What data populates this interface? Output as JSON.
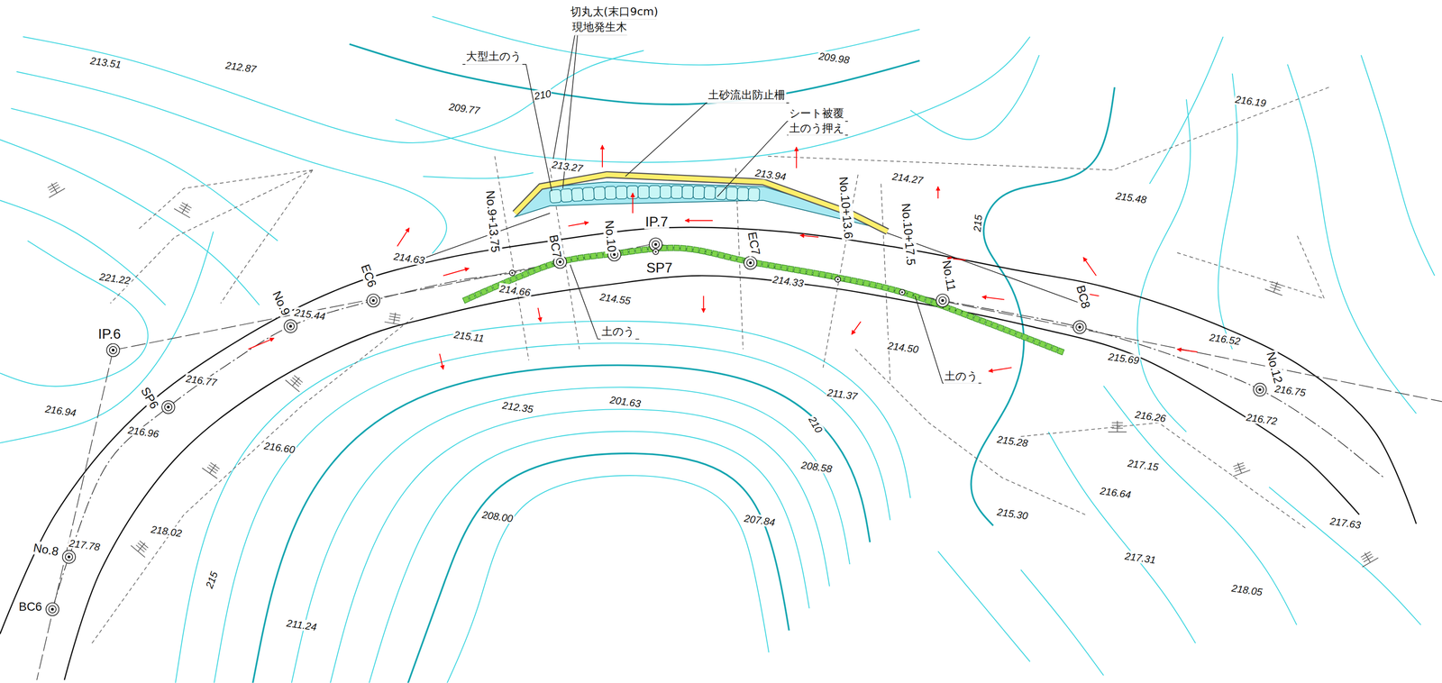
{
  "diagram": {
    "labels": [
      "切丸太(末口9cm)",
      "現地発生木",
      "大型土のう",
      "土砂流出防止柵",
      "シート被覆",
      "土のう押え",
      "209.98",
      "213.51",
      "212.87",
      "210",
      "209.77",
      "216.19",
      "213.27",
      "213.94",
      "214.27",
      "215.48",
      "215",
      "214.63",
      "221.22",
      "214.66",
      "214.55",
      "214.33",
      "215.44",
      "215.11",
      "214.50",
      "216.52",
      "215.69",
      "216.77",
      "216.75",
      "212.35",
      "201.63",
      "211.37",
      "216.94",
      "216.72",
      "216.26",
      "210",
      "216.96",
      "215.28",
      "216.60",
      "217.15",
      "208.58",
      "216.64",
      "215.30",
      "208.00",
      "207.84",
      "217.63",
      "218.02",
      "217.78",
      "217.31",
      "215",
      "218.05",
      "211.24",
      "IP.6",
      "SP6",
      "No.8",
      "BC6",
      "No.9",
      "EC6",
      "No.9+13.75",
      "BC7",
      "No.10",
      "IP.7",
      "SP7",
      "EC7",
      "No.10+13.6",
      "No.10+17.5",
      "No.11",
      "BC8",
      "No.12",
      "土のう",
      "土のう"
    ]
  }
}
